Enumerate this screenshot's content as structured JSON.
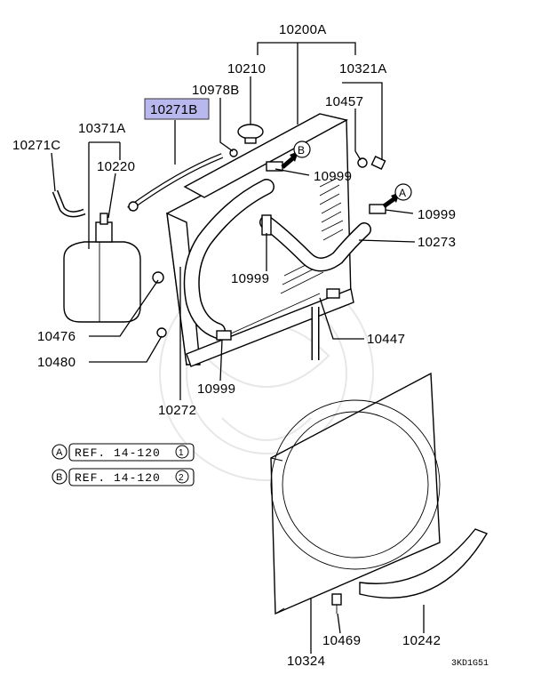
{
  "diagram": {
    "parts": {
      "p10200A": "10200A",
      "p10210": "10210",
      "p10321A": "10321A",
      "p10978B": "10978B",
      "p10271B": "10271B",
      "p10457": "10457",
      "p10371A": "10371A",
      "p10271C": "10271C",
      "p10220": "10220",
      "p10999_a": "10999",
      "p10999_b": "10999",
      "p10999_c": "10999",
      "p10999_d": "10999",
      "p10273": "10273",
      "p10476": "10476",
      "p10480": "10480",
      "p10447": "10447",
      "p10272": "10272",
      "p10469": "10469",
      "p10242": "10242",
      "p10324": "10324"
    },
    "markers": {
      "A": "A",
      "B": "B"
    },
    "references": [
      {
        "letter": "A",
        "text": "REF. 14-120",
        "circle": "1"
      },
      {
        "letter": "B",
        "text": "REF. 14-120",
        "circle": "2"
      }
    ],
    "drawing_code": "3KD1G51",
    "highlight_color": "#b8b8ee"
  }
}
